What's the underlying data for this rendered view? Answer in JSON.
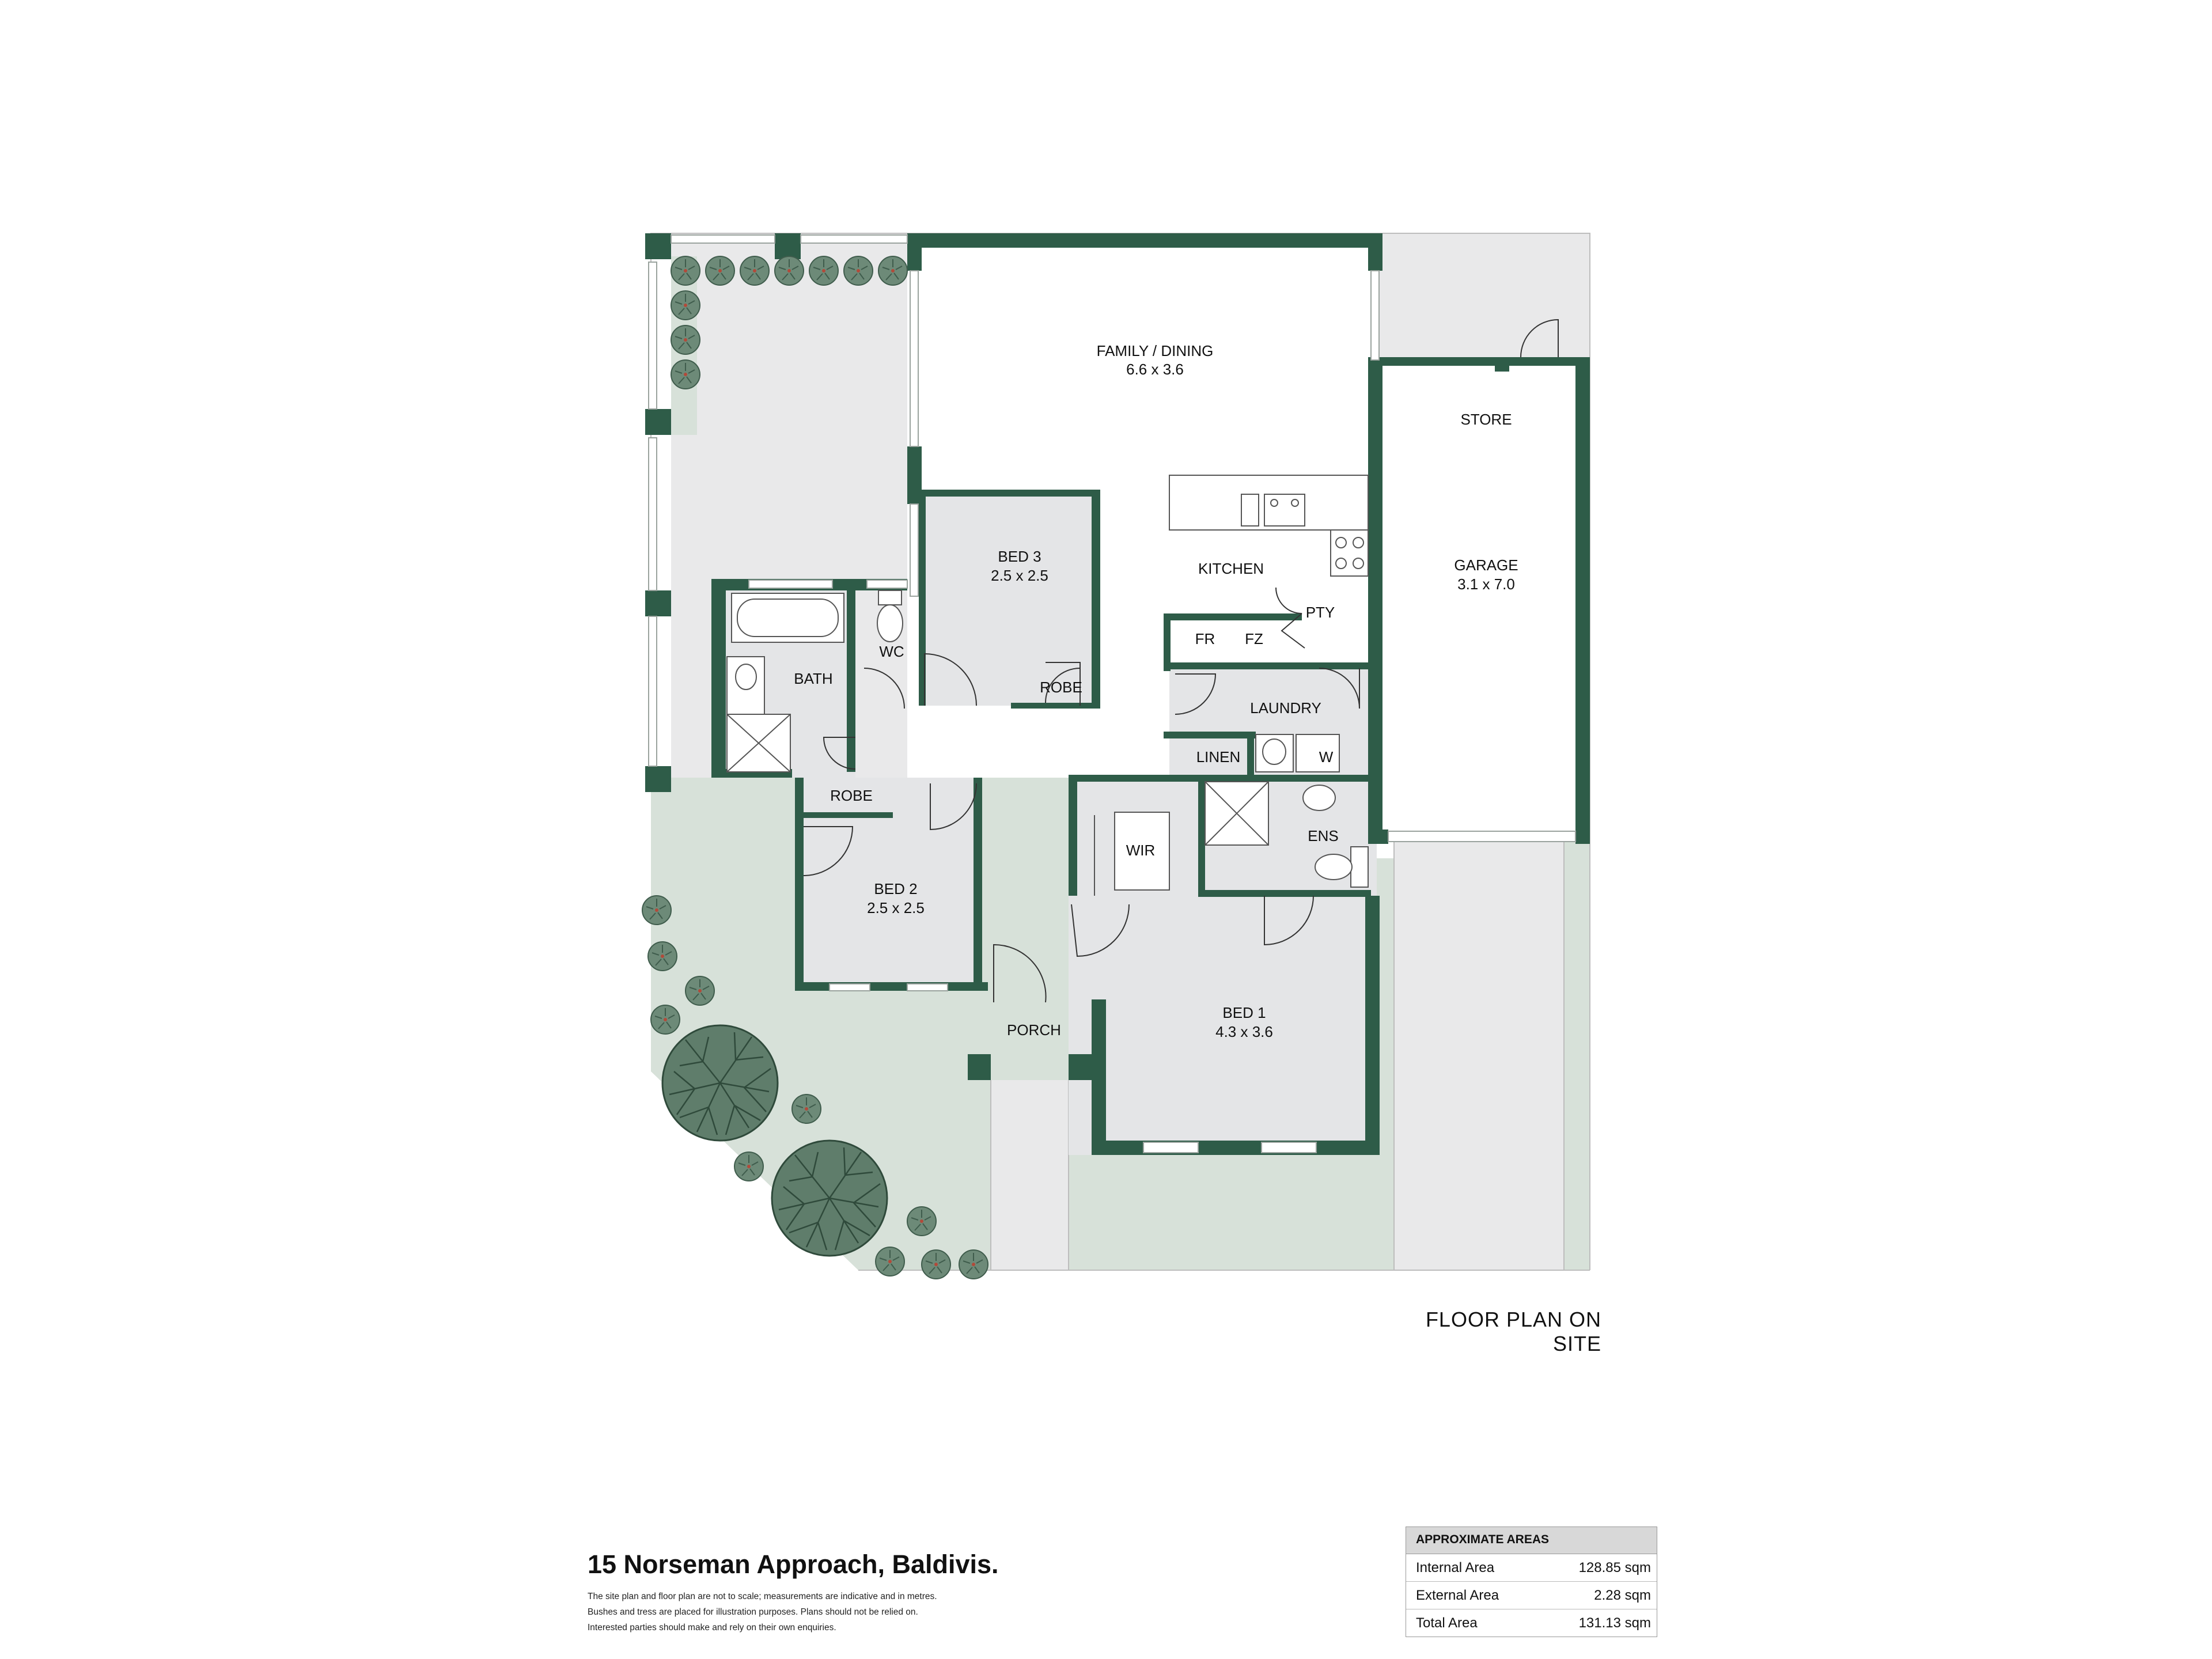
{
  "rooms": {
    "family_dining": {
      "name": "FAMILY / DINING",
      "dims": "6.6 x 3.6"
    },
    "bed3": {
      "name": "BED 3",
      "dims": "2.5 x 2.5"
    },
    "kitchen": {
      "name": "KITCHEN"
    },
    "pty": {
      "name": "PTY"
    },
    "fr": {
      "name": "FR"
    },
    "fz": {
      "name": "FZ"
    },
    "store": {
      "name": "STORE"
    },
    "garage": {
      "name": "GARAGE",
      "dims": "3.1 x 7.0"
    },
    "bath": {
      "name": "BATH"
    },
    "wc": {
      "name": "WC"
    },
    "robe_bed3": {
      "name": "ROBE"
    },
    "laundry": {
      "name": "LAUNDRY"
    },
    "linen": {
      "name": "LINEN"
    },
    "washer": {
      "name": "W"
    },
    "robe_bed2": {
      "name": "ROBE"
    },
    "bed2": {
      "name": "BED 2",
      "dims": "2.5 x 2.5"
    },
    "wir": {
      "name": "WIR"
    },
    "ens": {
      "name": "ENS"
    },
    "porch": {
      "name": "PORCH"
    },
    "bed1": {
      "name": "BED 1",
      "dims": "4.3 x 3.6"
    }
  },
  "caption": "FLOOR PLAN ON SITE",
  "address": "15 Norseman Approach, Baldivis.",
  "disclaimer": [
    "The site plan and floor plan are not to scale; measurements are indicative and in metres.",
    "Bushes and tress are placed for illustration purposes. Plans should not be relied on.",
    "Interested parties should make and rely on their own enquiries."
  ],
  "areas": {
    "title": "APPROXIMATE AREAS",
    "rows": [
      {
        "label": "Internal Area",
        "value": "128.85 sqm"
      },
      {
        "label": "External Area",
        "value": "2.28 sqm"
      },
      {
        "label": "Total Area",
        "value": "131.13 sqm"
      }
    ]
  },
  "colors": {
    "wall": "#2e5c48",
    "room_fill": "#e4e5e7",
    "garden": "#d7e1d9",
    "paving": "#e9e9ea",
    "tree": "#5f7d6b",
    "bush": "#6d8a78"
  }
}
